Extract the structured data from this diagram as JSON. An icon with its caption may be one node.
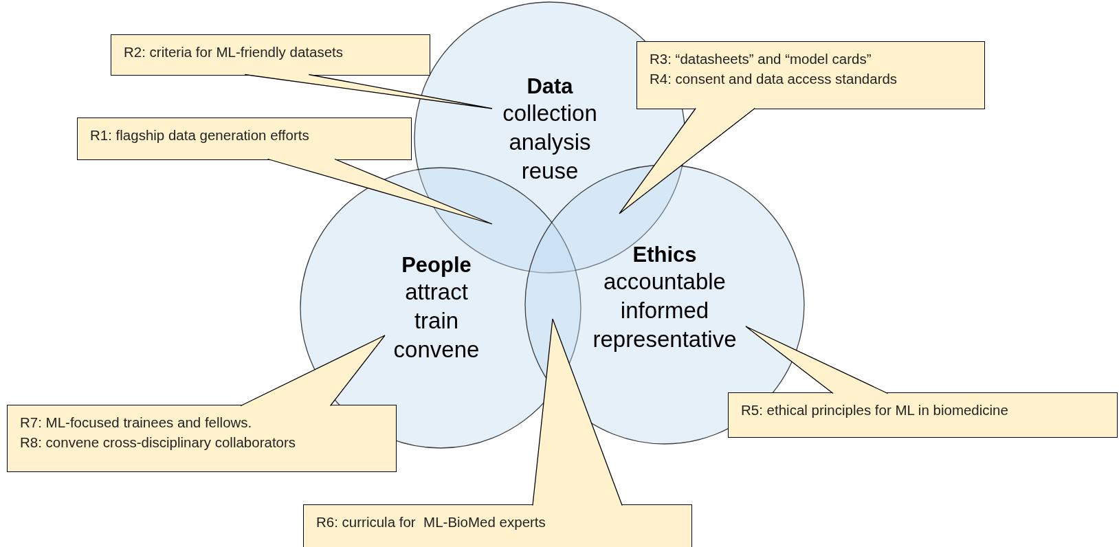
{
  "diagram": {
    "nodes": [
      {
        "text": [
          "R2: criteria for ML-friendly datasets"
        ]
      },
      {
        "text": [
          "Data",
          "collection analysis reuse"
        ]
      },
      {
        "text": [
          "R3: “datasheets” and “model cards”",
          "R4: consent and data access standards"
        ]
      },
      {
        "text": [
          "R1: flagship data generation efforts"
        ]
      },
      {
        "text": [
          "People",
          "attract train convene"
        ]
      },
      {
        "text": [
          "Ethics",
          "accountable informed representative"
        ]
      },
      {
        "text": [
          "R7: ML-focused trainees and fellows.",
          "R8: convene cross-disciplinary collaborators"
        ]
      },
      {
        "text": [
          "R5: ethical principles for ML in biomedicine"
        ]
      },
      {
        "text": [
          "R6: curricula for  ML-BioMed experts"
        ]
      }
    ],
    "edges": [
      {
        "from": 0,
        "to": 1,
        "arrow": "none"
      },
      {
        "from": 2,
        "to": null,
        "arrow": "none"
      },
      {
        "from": 3,
        "to": null,
        "arrow": "none"
      },
      {
        "from": 6,
        "to": 4,
        "arrow": "none"
      },
      {
        "from": 7,
        "to": 5,
        "arrow": "none"
      },
      {
        "from": 8,
        "to": null,
        "arrow": "none"
      }
    ]
  }
}
